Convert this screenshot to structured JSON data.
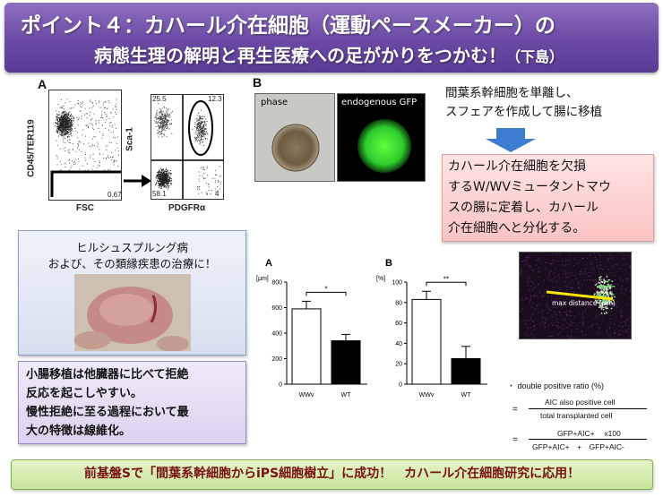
{
  "title": {
    "line1": "ポイント４：カハール介在細胞（運動ペースメーカー）の",
    "line2": "病態生理の解明と再生医療への足がかりをつかむ！",
    "line2_note": "（下島）"
  },
  "facs": {
    "panel_label": "A",
    "left_ylabel": "CD45/TER119",
    "left_xlabel": "FSC",
    "left_gate_value": "0.67",
    "right_ylabel": "Sca-1",
    "right_xlabel": "PDGFRα",
    "q_ul": "25.5",
    "q_ur": "12.3",
    "q_ll": "58.1",
    "q_lr": "4"
  },
  "sphere": {
    "panel_label": "B",
    "phase_label": "phase",
    "gfp_label": "endogenous GFP"
  },
  "right_text": {
    "line1": "間葉系幹細胞を単離し、",
    "line2": "スフェアを作成して腸に移植"
  },
  "result_box": {
    "line1": "カハール介在細胞を欠損",
    "line2": "するW/WVミュータントマウ",
    "line3": "スの腸に定着し、カハール",
    "line4": "介在細胞へと分化する。"
  },
  "hirsch_box": {
    "line1": "ヒルシュスプルング病",
    "line2": "および、その類縁疾患の治療に！"
  },
  "lav_box": {
    "line1": "小腸移植は他臓器に比べて拒絶",
    "line2": "反応を起こしやすい。",
    "line3": "慢性拒絶に至る過程において最",
    "line4": "大の特徴は線維化。"
  },
  "chart_data": [
    {
      "type": "bar",
      "panel": "A",
      "unit_label": "[μm]",
      "categories": [
        "WWv",
        "WT"
      ],
      "values": [
        590,
        340
      ],
      "errors": [
        60,
        50
      ],
      "ylim": [
        0,
        800
      ],
      "yticks": [
        0,
        200,
        400,
        600,
        800
      ],
      "significance": "*",
      "colors": [
        "#ffffff",
        "#000000"
      ]
    },
    {
      "type": "bar",
      "panel": "B",
      "unit_label": "[%]",
      "categories": [
        "WWv",
        "WT"
      ],
      "values": [
        83,
        25
      ],
      "errors": [
        8,
        12
      ],
      "ylim": [
        0,
        100
      ],
      "yticks": [
        0,
        20,
        40,
        60,
        80,
        100
      ],
      "significance": "**",
      "colors": [
        "#ffffff",
        "#000000"
      ]
    }
  ],
  "micro": {
    "label": "max distance (μm)"
  },
  "formula": {
    "heading": "・ double positive ratio (%)",
    "eq1": "=",
    "num1": "AIC also positive cell",
    "den1": "total transplanted cell",
    "eq2": "=",
    "num2": "GFP+AIC+　 x100",
    "den2": "GFP+AIC+　+　GFP+AIC-"
  },
  "bottom_bar": {
    "text": "前基盤Sで「間葉系幹細胞からiPS細胞樹立」に成功！　カハール介在細胞研究に応用！"
  },
  "colors": {
    "title_bg": "#6a4aa3",
    "arrow": "#3d7cd0",
    "gfp": "#2ecc2e",
    "bottom_text": "#7a1010"
  }
}
